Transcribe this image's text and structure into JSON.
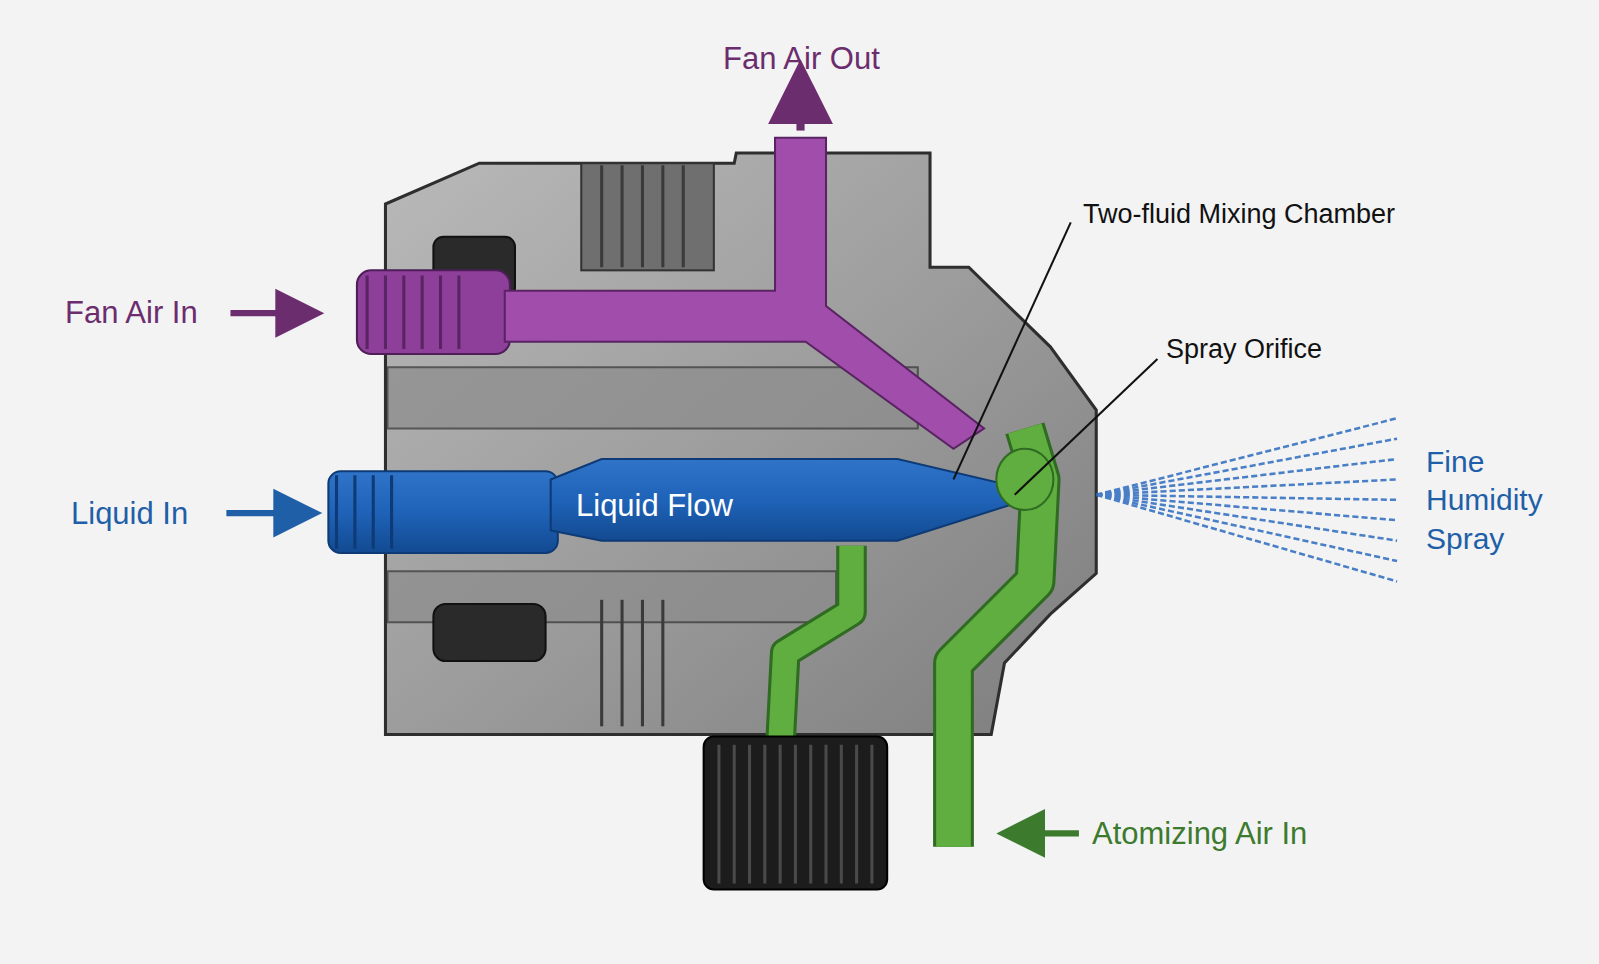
{
  "diagram": {
    "labels": [
      "Fan Air Out",
      "Two-fluid Mixing Chamber",
      "Spray Orifice",
      "Fan Air In",
      "Liquid In",
      "Liquid Flow",
      "Fine Humidity Spray",
      "Atomizing Air In"
    ]
  }
}
